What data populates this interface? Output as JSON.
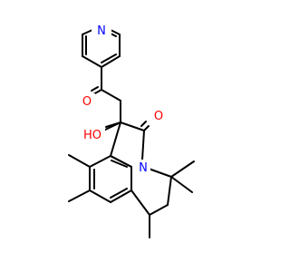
{
  "colors": {
    "bond": "#000000",
    "N": "#0000ff",
    "O": "#ff0000",
    "background": "#ffffff"
  },
  "atoms": {
    "pyridine_N": "N",
    "ketone_O": "O",
    "hydroxyl": "HO",
    "lactam_O": "O",
    "lactam_N": "N"
  }
}
